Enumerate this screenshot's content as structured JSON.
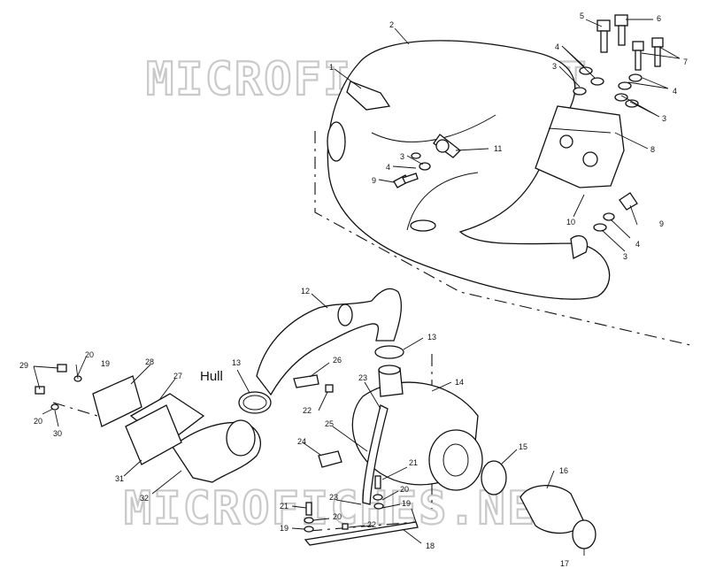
{
  "diagram": {
    "watermark": "MICROFICHES.NET",
    "annotation": "Hull",
    "callouts": {
      "c1": "1",
      "c2": "2",
      "c3a": "3",
      "c3b": "3",
      "c3c": "3",
      "c3d": "3",
      "c4a": "4",
      "c4b": "4",
      "c4c": "4",
      "c4d": "4",
      "c5": "5",
      "c6": "6",
      "c7": "7",
      "c8": "8",
      "c9a": "9",
      "c9b": "9",
      "c10": "10",
      "c11": "11",
      "c12": "12",
      "c13a": "13",
      "c13b": "13",
      "c14": "14",
      "c15": "15",
      "c16": "16",
      "c17": "17",
      "c18": "18",
      "c19a": "19",
      "c19b": "19",
      "c19c": "19",
      "c20a": "20",
      "c20b": "20",
      "c20c": "20",
      "c20d": "20",
      "c21a": "21",
      "c21b": "21",
      "c22a": "22",
      "c22b": "22",
      "c23a": "23",
      "c23b": "23",
      "c24": "24",
      "c25": "25",
      "c26": "26",
      "c27": "27",
      "c28": "28",
      "c29": "29",
      "c30": "30",
      "c31": "31",
      "c32": "32"
    }
  }
}
